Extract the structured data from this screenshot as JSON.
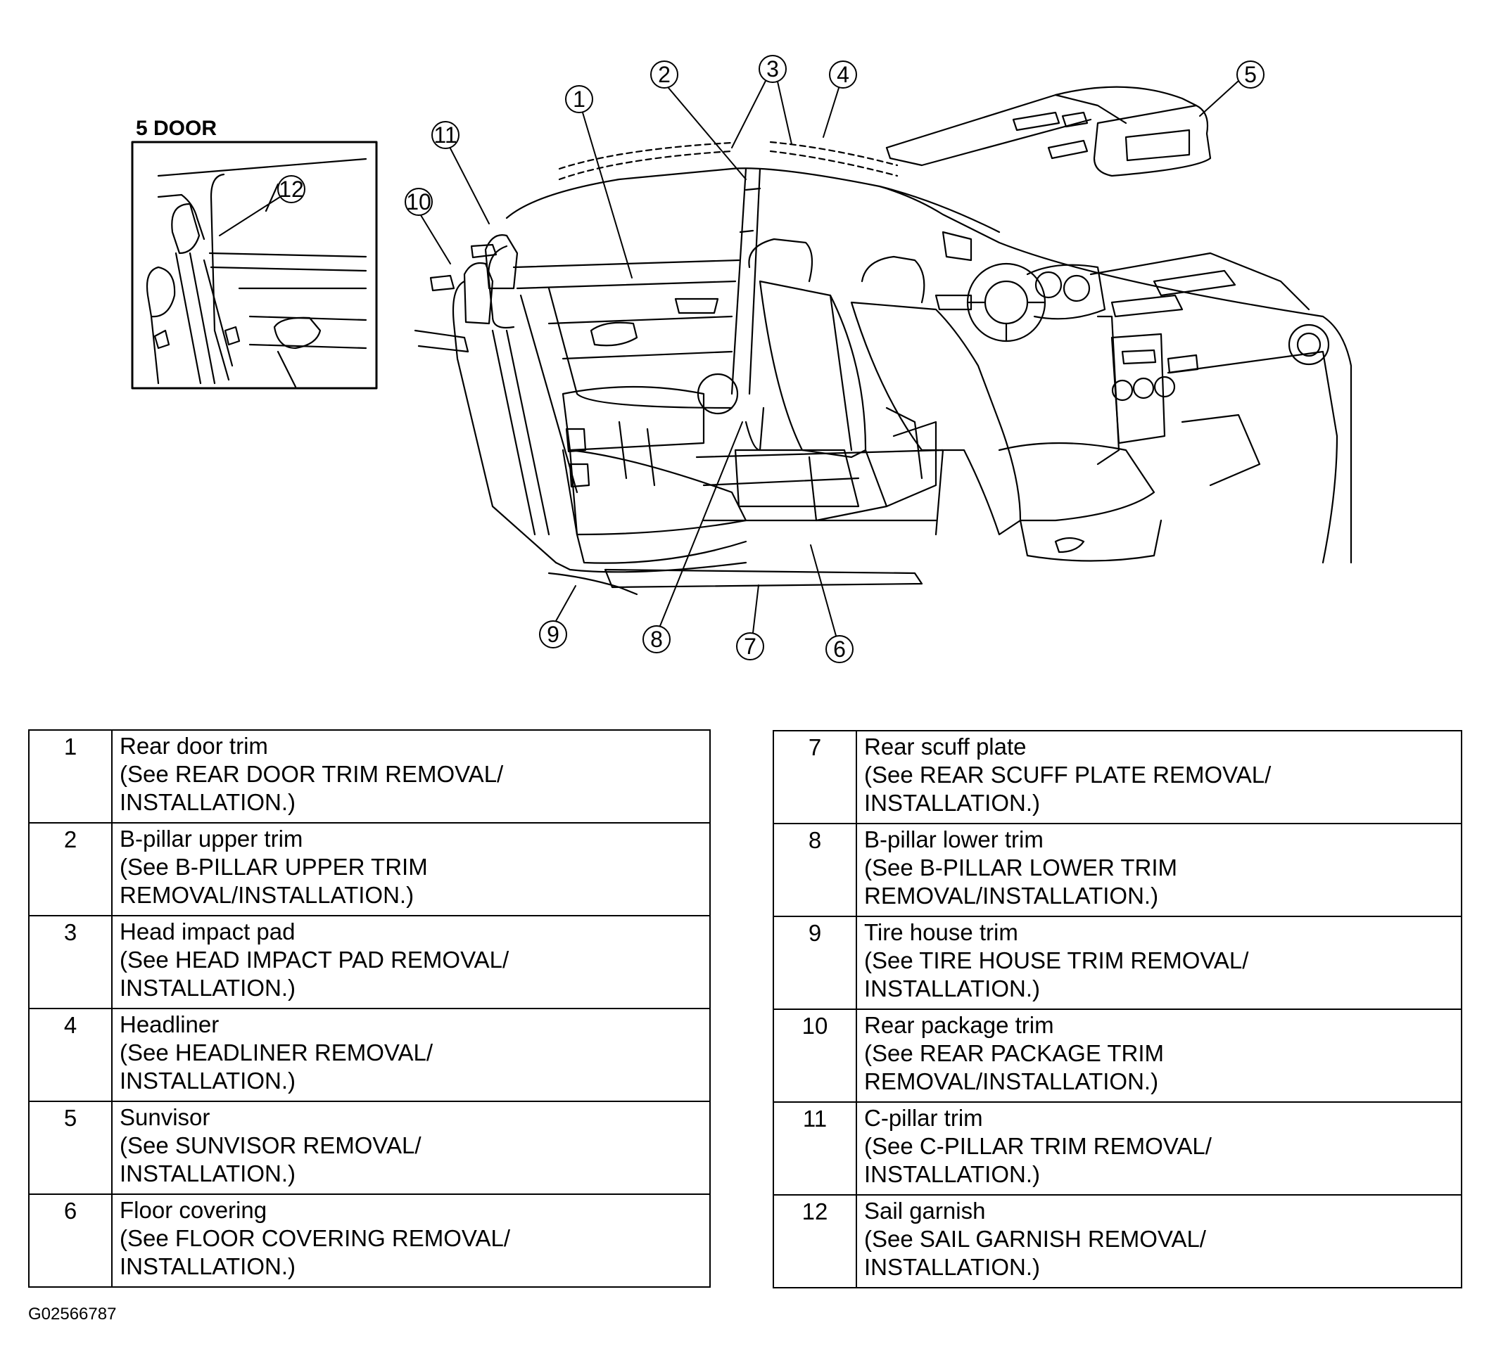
{
  "inset": {
    "title": "5 DOOR",
    "callout": "12"
  },
  "callouts": [
    "1",
    "2",
    "3",
    "4",
    "5",
    "6",
    "7",
    "8",
    "9",
    "10",
    "11",
    "12"
  ],
  "legend_left": [
    {
      "num": "1",
      "name": "Rear door trim",
      "ref1": "(See REAR DOOR TRIM REMOVAL/",
      "ref2": "INSTALLATION.)"
    },
    {
      "num": "2",
      "name": "B-pillar upper trim",
      "ref1": "(See B-PILLAR UPPER TRIM",
      "ref2": "REMOVAL/INSTALLATION.)"
    },
    {
      "num": "3",
      "name": "Head impact pad",
      "ref1": "(See HEAD IMPACT PAD REMOVAL/",
      "ref2": "INSTALLATION.)"
    },
    {
      "num": "4",
      "name": "Headliner",
      "ref1": "(See HEADLINER REMOVAL/",
      "ref2": "INSTALLATION.)"
    },
    {
      "num": "5",
      "name": "Sunvisor",
      "ref1": "(See SUNVISOR REMOVAL/",
      "ref2": "INSTALLATION.)"
    },
    {
      "num": "6",
      "name": "Floor covering",
      "ref1": "(See FLOOR COVERING REMOVAL/",
      "ref2": "INSTALLATION.)"
    }
  ],
  "legend_right": [
    {
      "num": "7",
      "name": "Rear scuff plate",
      "ref1": "(See REAR SCUFF PLATE REMOVAL/",
      "ref2": "INSTALLATION.)"
    },
    {
      "num": "8",
      "name": "B-pillar lower trim",
      "ref1": "(See B-PILLAR LOWER TRIM",
      "ref2": "REMOVAL/INSTALLATION.)"
    },
    {
      "num": "9",
      "name": "Tire house trim",
      "ref1": "(See TIRE HOUSE TRIM REMOVAL/",
      "ref2": "INSTALLATION.)"
    },
    {
      "num": "10",
      "name": "Rear package trim",
      "ref1": "(See REAR PACKAGE TRIM",
      "ref2": "REMOVAL/INSTALLATION.)"
    },
    {
      "num": "11",
      "name": "C-pillar trim",
      "ref1": "(See C-PILLAR TRIM REMOVAL/",
      "ref2": "INSTALLATION.)"
    },
    {
      "num": "12",
      "name": "Sail garnish",
      "ref1": "(See SAIL GARNISH REMOVAL/",
      "ref2": "INSTALLATION.)"
    }
  ],
  "figure_id": "G02566787"
}
